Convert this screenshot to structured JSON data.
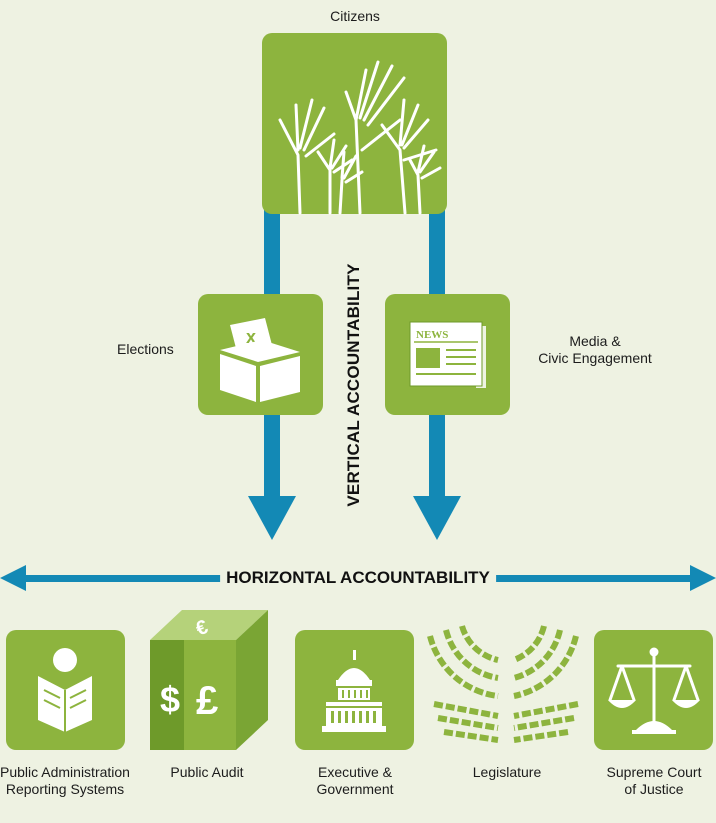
{
  "labels": {
    "citizens": "Citizens",
    "elections": "Elections",
    "media": "Media &\nCivic Engagement",
    "vertical": "VERTICAL ACCOUNTABILITY",
    "horizontal": "HORIZONTAL ACCOUNTABILITY",
    "bottom": [
      "Public Administration\nReporting Systems",
      "Public Audit",
      "Executive &\nGovernment",
      "Legislature",
      "Supreme Court\nof Justice"
    ]
  },
  "icon_text": {
    "news": "NEWS"
  },
  "colors": {
    "green": "#8db43e",
    "green_dark": "#6e9a2a",
    "blue": "#1389b5",
    "background": "#eef2e2"
  }
}
